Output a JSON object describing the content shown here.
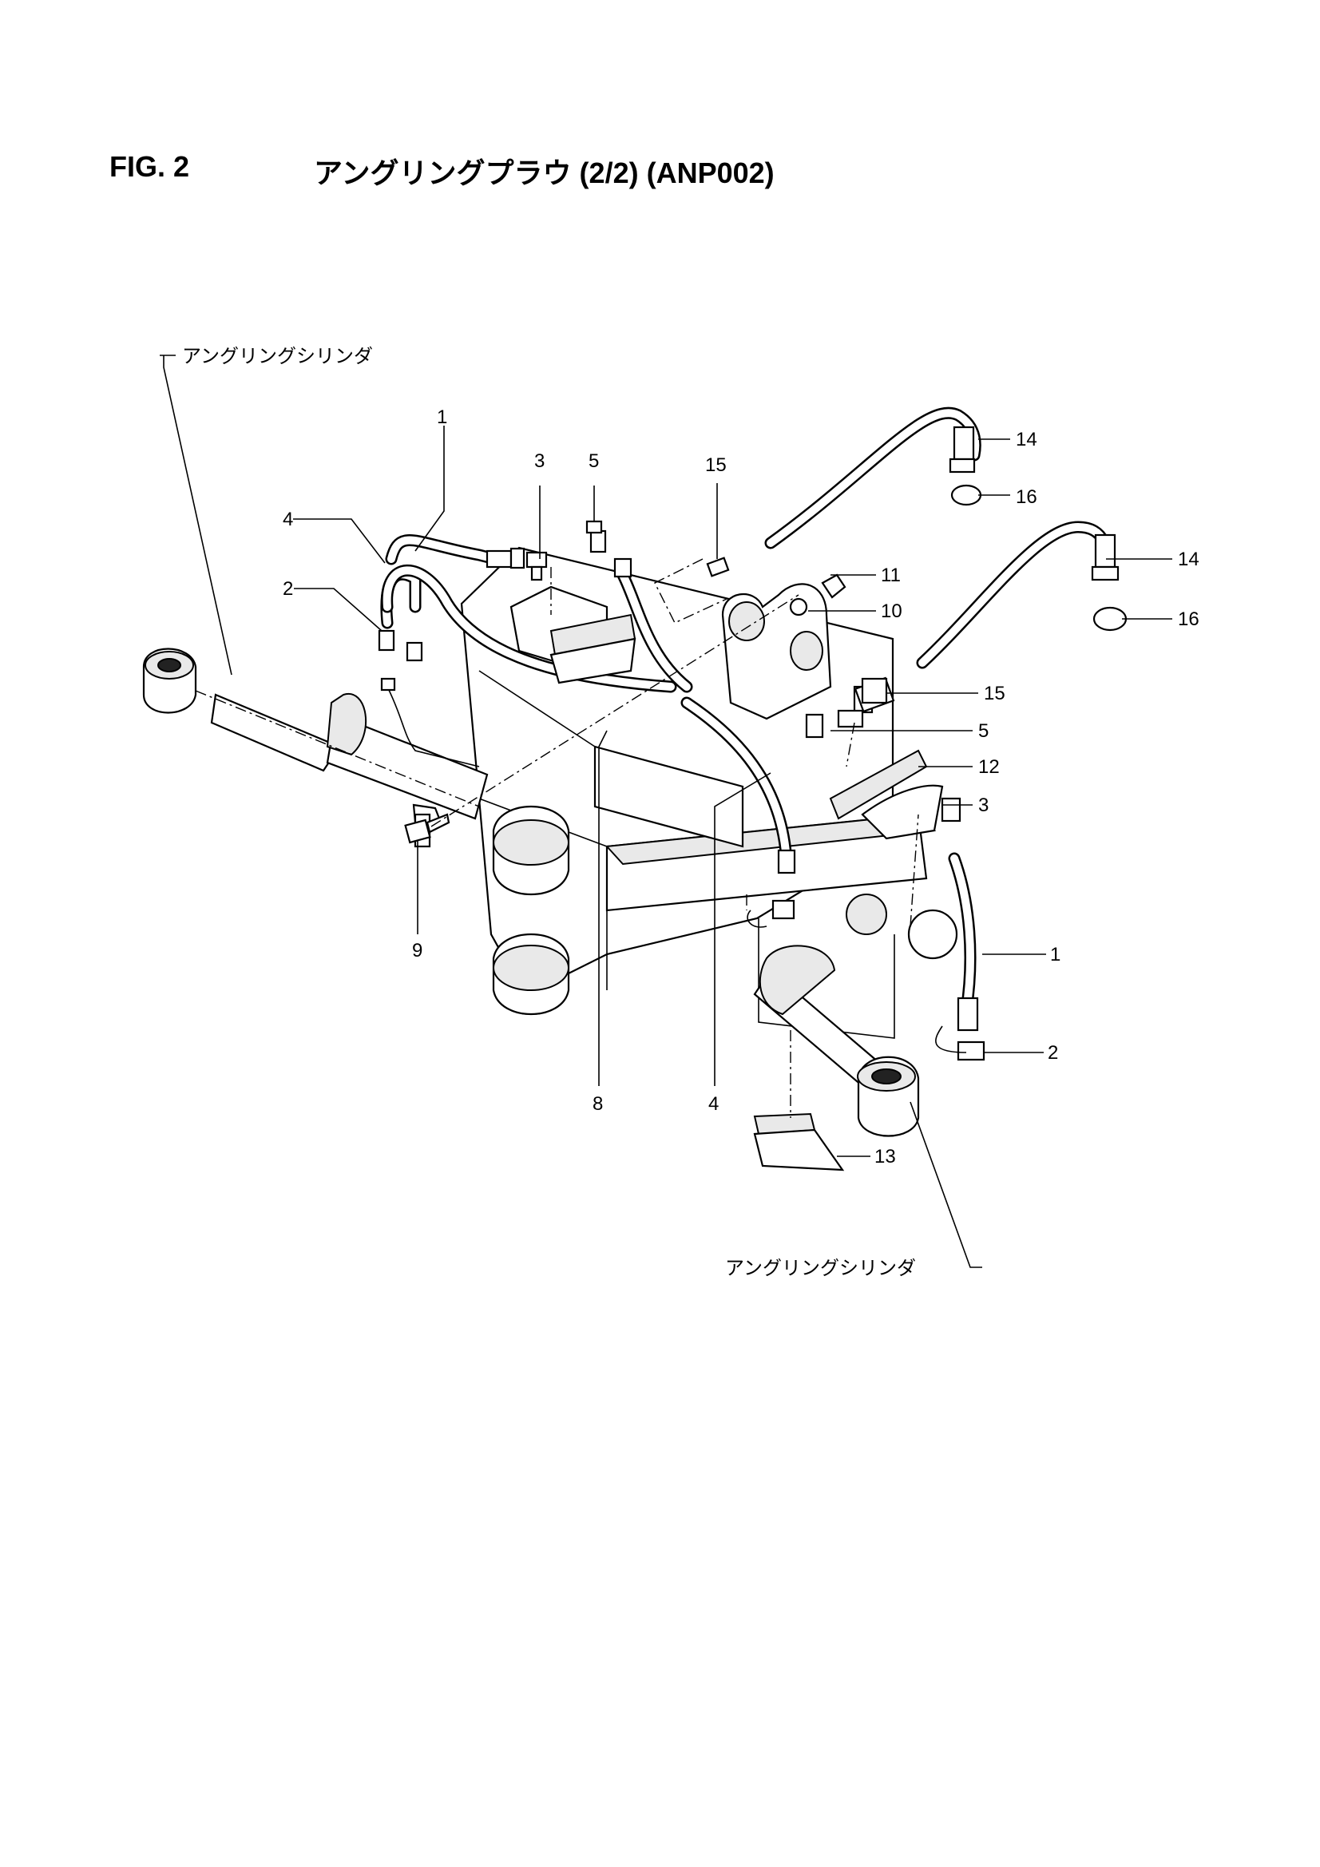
{
  "header": {
    "fig_label": "FIG. 2",
    "title": "アングリングプラウ (2/2) (ANP002)"
  },
  "labels": {
    "cylinder_left": "アングリングシリンダ",
    "cylinder_right": "アングリングシリンダ"
  },
  "callouts": {
    "c1_top": "1",
    "c1_right": "1",
    "c2_left": "2",
    "c2_right": "2",
    "c3_top": "3",
    "c3_right": "3",
    "c4_left": "4",
    "c4_bottom": "4",
    "c5_top": "5",
    "c5_right": "5",
    "c8": "8",
    "c9": "9",
    "c10": "10",
    "c11": "11",
    "c12": "12",
    "c13": "13",
    "c14_top": "14",
    "c14_mid": "14",
    "c15_top": "15",
    "c15_right": "15",
    "c16_top": "16",
    "c16_mid": "16"
  }
}
